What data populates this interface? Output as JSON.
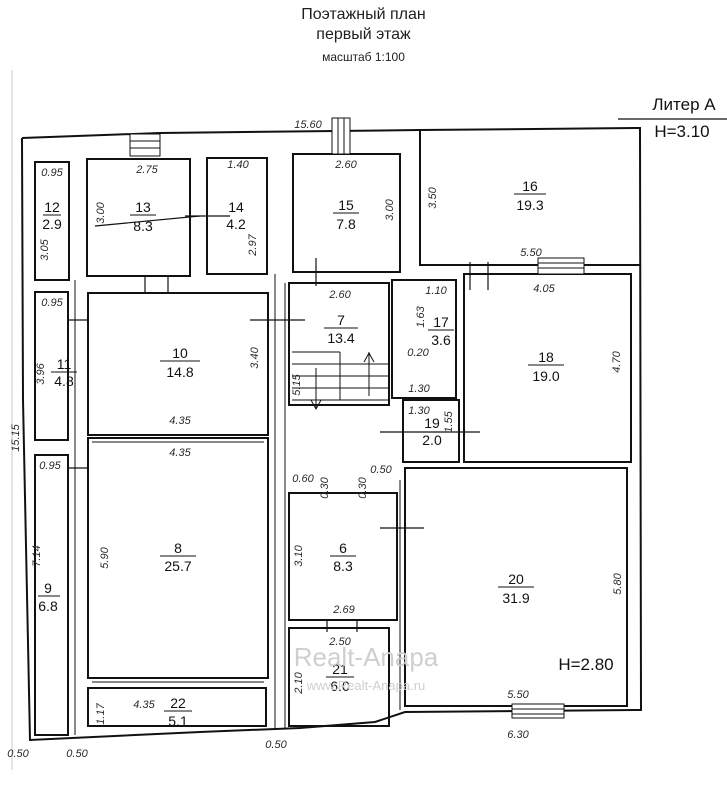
{
  "header": {
    "title_line1": "Поэтажный план",
    "title_line2": "первый этаж",
    "scale": "масштаб 1:100"
  },
  "liter": {
    "label": "Литер А",
    "height": "H=3.10"
  },
  "room20_height": "H=2.80",
  "watermark": {
    "brand": "Realt-Anapa",
    "url": "www.Realt-Anapa.ru"
  },
  "rooms": {
    "r6": {
      "num": "6",
      "area": "8.3"
    },
    "r7": {
      "num": "7",
      "area": "13.4"
    },
    "r8": {
      "num": "8",
      "area": "25.7"
    },
    "r9": {
      "num": "9",
      "area": "6.8"
    },
    "r10": {
      "num": "10",
      "area": "14.8"
    },
    "r11": {
      "num": "11",
      "area": "4.8"
    },
    "r12": {
      "num": "12",
      "area": "2.9"
    },
    "r13": {
      "num": "13",
      "area": "8.3"
    },
    "r14": {
      "num": "14",
      "area": "4.2"
    },
    "r15": {
      "num": "15",
      "area": "7.8"
    },
    "r16": {
      "num": "16",
      "area": "19.3"
    },
    "r17": {
      "num": "17",
      "area": "3.6"
    },
    "r18": {
      "num": "18",
      "area": "19.0"
    },
    "r19": {
      "num": "19",
      "area": "2.0"
    },
    "r20": {
      "num": "20",
      "area": "31.9"
    },
    "r21": {
      "num": "21",
      "area": "6.0"
    },
    "r22": {
      "num": "22",
      "area": "5.1"
    }
  },
  "dims": {
    "top_total": "15.60",
    "d13w": "2.75",
    "d14w": "1.40",
    "d15w": "2.60",
    "d12w": "0.95",
    "d12h": "3.05",
    "d13h": "3.00",
    "d14h": "2.97",
    "d15h": "3.00",
    "d16h": "3.50",
    "d16w": "5.50",
    "d11w": "0.95",
    "d11h": "3.96",
    "d7w": "2.60",
    "d17w": "1.10",
    "d17h": "1.63",
    "d17b": "0.20",
    "d18w": "4.05",
    "d18h": "4.70",
    "d10h": "3.40",
    "d10w": "4.35",
    "stairs": "5.15",
    "d19a": "1.30",
    "d19b": "1.30",
    "d19c": "1.55",
    "d8w": "4.35",
    "d8h": "5.90",
    "d9w": "0.95",
    "d9h": "7.14",
    "left_side": "15.15",
    "c060": "0.60",
    "c030a": "0.30",
    "c030b": "0.30",
    "c050": "0.50",
    "d6h": "3.10",
    "d6w": "2.69",
    "d21w": "2.50",
    "d21h": "2.10",
    "d20h": "5.80",
    "d20w": "5.50",
    "d22w": "4.35",
    "d22h": "1.17",
    "b050a": "0.50",
    "b050b": "0.50",
    "b050c": "0.50",
    "b630": "6.30"
  }
}
